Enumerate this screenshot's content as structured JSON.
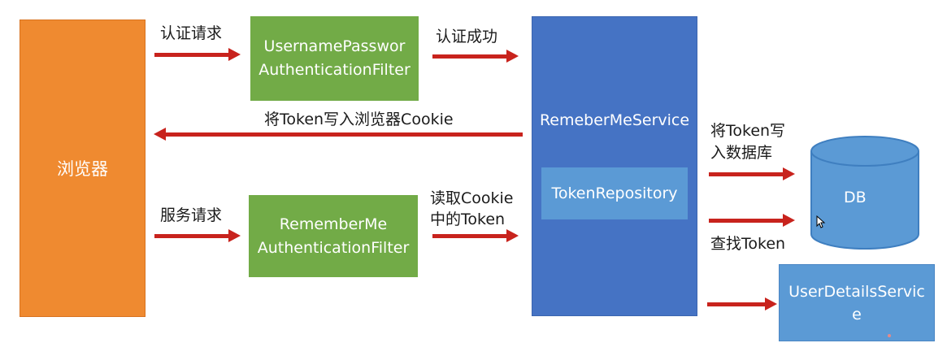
{
  "nodes": {
    "browser": "浏览器",
    "up_filter": [
      "UsernamePasswor",
      "AuthenticationFilter"
    ],
    "rm_filter": [
      "RememberMe",
      "AuthenticationFilter"
    ],
    "rm_service": "RemeberMeService",
    "token_repo": "TokenRepository",
    "db": "DB",
    "user_details": [
      "UserDetailsServic",
      "e"
    ]
  },
  "edges": {
    "auth_request": "认证请求",
    "auth_success": "认证成功",
    "write_cookie": "将Token写入浏览器Cookie",
    "service_request": "服务请求",
    "read_cookie": [
      "读取Cookie",
      "中的Token"
    ],
    "write_db": [
      "将Token写",
      "入数据库"
    ],
    "find_token": "查找Token"
  },
  "colors": {
    "browser": "#ef8a30",
    "filter": "#72ab47",
    "service": "#4573c4",
    "repo": "#5b9ad5",
    "arrow": "#c8231d"
  }
}
